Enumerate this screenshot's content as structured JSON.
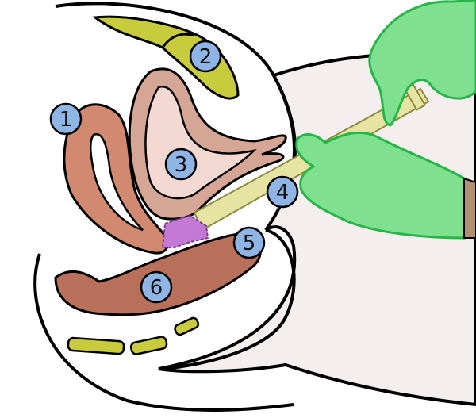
{
  "labels": [
    {
      "id": "1",
      "text": "1"
    },
    {
      "id": "2",
      "text": "2"
    },
    {
      "id": "3",
      "text": "3"
    },
    {
      "id": "4",
      "text": "4"
    },
    {
      "id": "5",
      "text": "5"
    },
    {
      "id": "6",
      "text": "6"
    }
  ],
  "colors": {
    "body": "#f4eeee",
    "bone": "#c8cb3c",
    "organ_outer": "#d5a696",
    "organ_inner": "#f3d9d2",
    "organ_1": "#d18a70",
    "rectum": "#b8705a",
    "cervix": "#c47ad4",
    "catheter": "#e6e4a2",
    "glove": "#7fe08f",
    "glove_edge": "#27b548",
    "label_fill": "#8fb4e6"
  }
}
